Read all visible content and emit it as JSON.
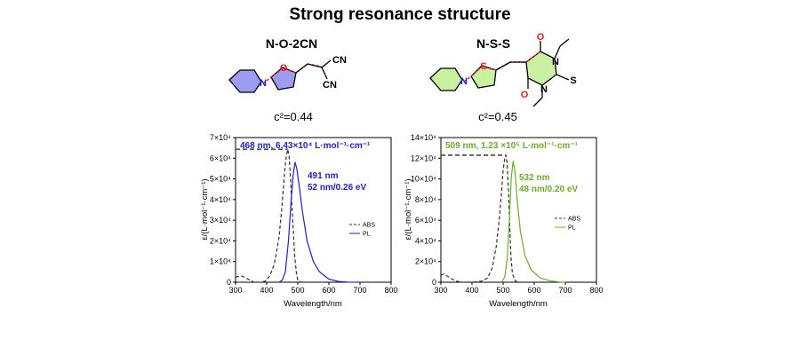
{
  "title": "Strong resonance structure",
  "molecules": [
    {
      "name": "N-O-2CN",
      "c2_label": "c²=0.44",
      "atoms": {
        "n": "N",
        "o": "O",
        "cn1": "CN",
        "cn2": "CN"
      }
    },
    {
      "name": "N-S-S",
      "c2_label": "c²=0.45",
      "atoms": {
        "n": "N",
        "s_ring": "S",
        "o_top": "O",
        "o_bottom": "O",
        "n_top": "N",
        "n_bottom": "N",
        "s_thione": "S"
      }
    }
  ],
  "colors": {
    "blue": "#1f1fd6",
    "green": "#6ab023",
    "red": "#e02020",
    "ring_blue": "#9c9cf2",
    "ring_green": "#c8f2a2"
  },
  "chart_data": [
    {
      "type": "line",
      "xlabel": "Wavelength/nm",
      "ylabel": "ε/(L·mol⁻¹·cm⁻¹)",
      "xlim": [
        300,
        800
      ],
      "ylim": [
        0,
        70000
      ],
      "xticks": [
        300,
        400,
        500,
        600,
        700,
        800
      ],
      "yticks": [
        0,
        10000,
        20000,
        30000,
        40000,
        50000,
        60000,
        70000
      ],
      "ytick_labels": [
        "0",
        "1×10⁴",
        "2×10⁴",
        "3×10⁴",
        "4×10⁴",
        "5×10⁴",
        "6×10⁴",
        "7×10⁴"
      ],
      "annotations": {
        "absorption": "468 nm, 6.43×10⁴ L·mol⁻¹·cm⁻¹",
        "emission_peak": "491 nm",
        "emission_detail": "52 nm/0.26 eV"
      },
      "reference_line": {
        "y": 64300,
        "x": [
          300,
          468
        ]
      },
      "legend": {
        "position": "right",
        "entries": [
          "ABS",
          "PL"
        ]
      },
      "series": [
        {
          "name": "ABS",
          "style": "dashed",
          "color": "#333333",
          "x": [
            300,
            320,
            340,
            360,
            380,
            395,
            410,
            425,
            440,
            450,
            458,
            463,
            468,
            472,
            476,
            480,
            485,
            490,
            495,
            500,
            510,
            520
          ],
          "y": [
            2500,
            3000,
            1500,
            0,
            0,
            500,
            3000,
            9000,
            22000,
            38000,
            54000,
            61000,
            64300,
            61000,
            52000,
            40000,
            26000,
            13000,
            5000,
            1000,
            0,
            0
          ]
        },
        {
          "name": "PL",
          "style": "solid",
          "color": "#1f1fd6",
          "x": [
            440,
            450,
            460,
            470,
            478,
            485,
            491,
            497,
            505,
            515,
            530,
            550,
            570,
            600,
            630,
            660,
            700
          ],
          "y": [
            0,
            1000,
            5000,
            20000,
            38000,
            52000,
            58000,
            55000,
            46000,
            34000,
            20000,
            10000,
            5000,
            1500,
            400,
            100,
            0
          ]
        }
      ]
    },
    {
      "type": "line",
      "xlabel": "Wavelength/nm",
      "ylabel": "ε/(L·mol⁻¹·cm⁻¹)",
      "xlim": [
        300,
        800
      ],
      "ylim": [
        0,
        140000
      ],
      "xticks": [
        300,
        400,
        500,
        600,
        700,
        800
      ],
      "yticks": [
        0,
        20000,
        40000,
        60000,
        80000,
        100000,
        120000,
        140000
      ],
      "ytick_labels": [
        "0",
        "2×10⁴",
        "4×10⁴",
        "6×10⁴",
        "8×10⁴",
        "10×10⁴",
        "12×10⁴",
        "14×10⁴"
      ],
      "annotations": {
        "absorption": "509 nm, 1.23 ×10⁵ L·mol⁻¹·cm⁻¹",
        "emission_peak": "532 nm",
        "emission_detail": "48 nm/0.20 eV"
      },
      "reference_line": {
        "y": 123000,
        "x": [
          300,
          509
        ]
      },
      "legend": {
        "position": "right",
        "entries": [
          "ABS",
          "PL"
        ]
      },
      "series": [
        {
          "name": "ABS",
          "style": "dashed",
          "color": "#333333",
          "x": [
            300,
            310,
            330,
            350,
            370,
            400,
            430,
            450,
            465,
            478,
            488,
            495,
            500,
            505,
            509,
            513,
            517,
            521,
            525,
            530,
            540,
            550
          ],
          "y": [
            7000,
            8000,
            4000,
            1000,
            0,
            0,
            1000,
            4000,
            14000,
            35000,
            62000,
            88000,
            108000,
            120000,
            123000,
            115000,
            90000,
            55000,
            25000,
            8000,
            1000,
            0
          ]
        },
        {
          "name": "PL",
          "style": "solid",
          "color": "#6ab023",
          "x": [
            495,
            505,
            513,
            520,
            526,
            532,
            538,
            545,
            555,
            570,
            590,
            620,
            650,
            680,
            700
          ],
          "y": [
            0,
            5000,
            22000,
            60000,
            100000,
            117000,
            108000,
            80000,
            50000,
            26000,
            12000,
            4000,
            1500,
            300,
            0
          ]
        }
      ]
    }
  ]
}
